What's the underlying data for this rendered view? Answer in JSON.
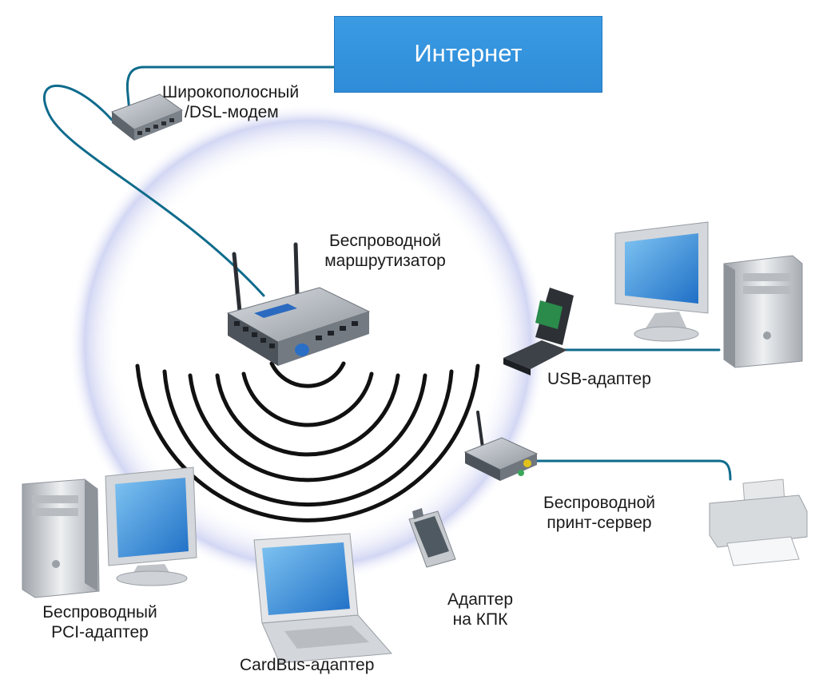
{
  "internet": {
    "label": "Интернет",
    "color": "#3395df"
  },
  "labels": {
    "modem": [
      "Широкополосный",
      "/DSL-модем"
    ],
    "router": [
      "Беспроводной",
      "маршрутизатор"
    ],
    "usb": [
      "USB-адаптер"
    ],
    "print_server": [
      "Беспроводной",
      "принт-сервер"
    ],
    "pda": [
      "Адаптер",
      "на КПК"
    ],
    "cardbus": [
      "CardBus-адаптер"
    ],
    "pci": [
      "Беспроводный",
      "PCI-адаптер"
    ]
  },
  "colors": {
    "cable": "#0e6b8c",
    "wave": "#111111",
    "device": "#c9ccd0",
    "screen": "#2f86d6"
  }
}
